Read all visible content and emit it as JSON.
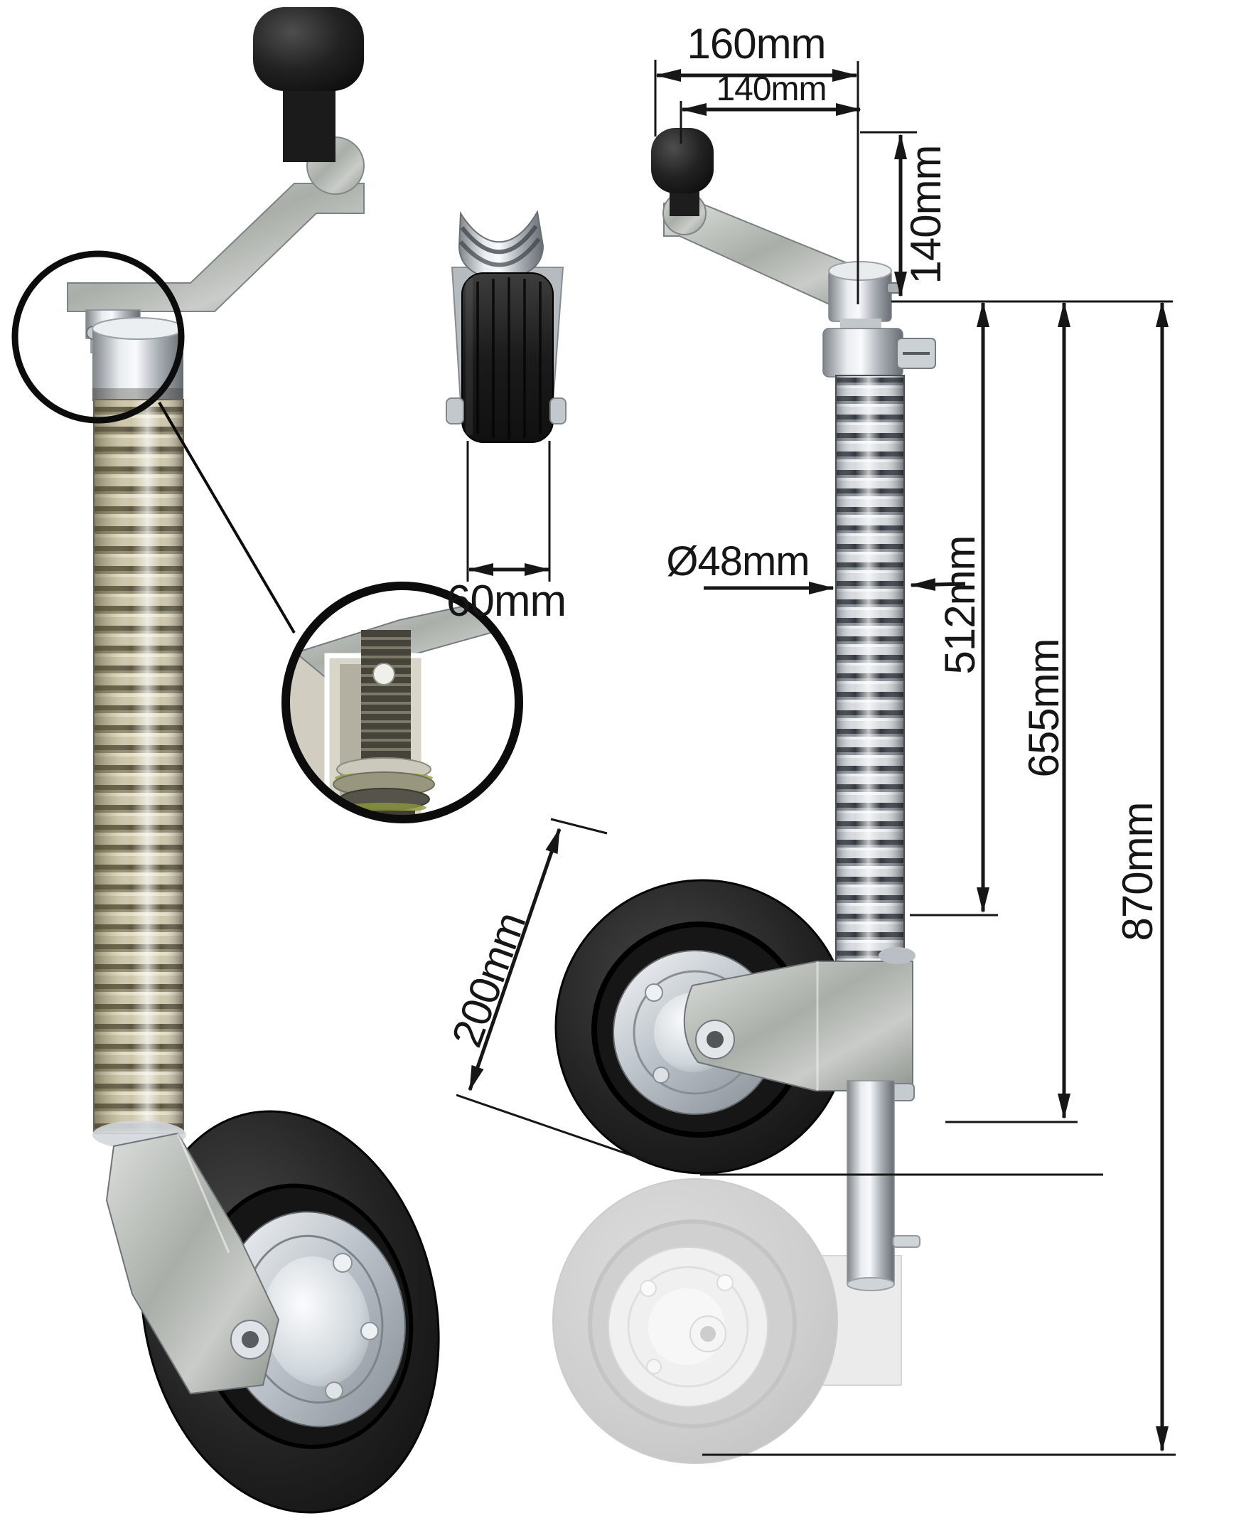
{
  "diagram": {
    "background": "#ffffff",
    "annotation_color": "#161616",
    "labels": {
      "top_width": "160mm",
      "handle_inner_width": "140mm",
      "handle_height": "140mm",
      "tube_diameter": "Ø48mm",
      "outer_tube_length": "512mm",
      "retracted_length": "655mm",
      "extended_length": "870mm",
      "wheel_width": "60mm",
      "wheel_diameter": "200mm"
    }
  }
}
